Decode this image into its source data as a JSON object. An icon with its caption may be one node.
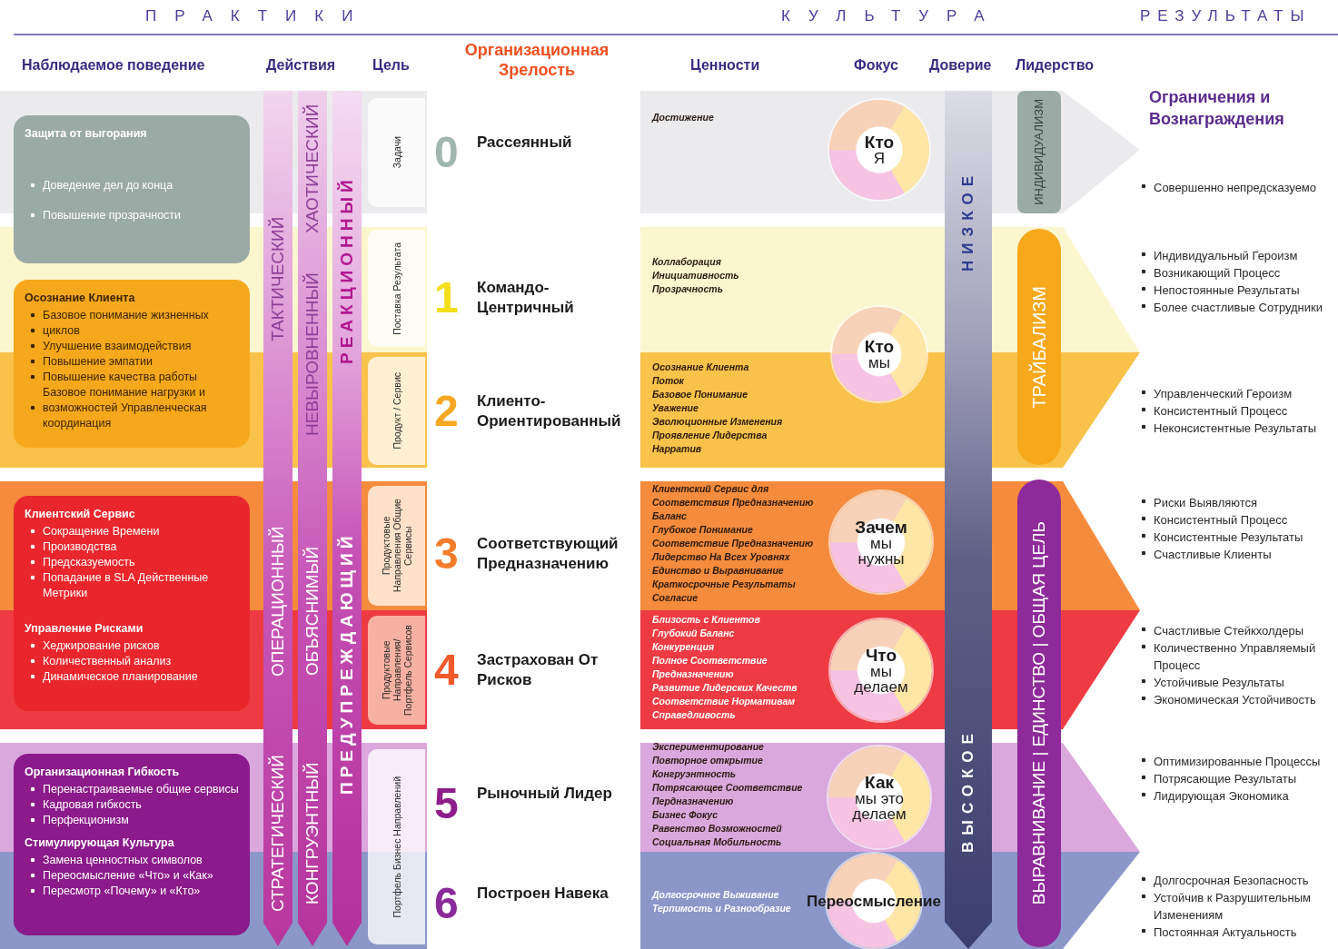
{
  "diagram": {
    "nodes": [
      {
        "text": [
          "Защита от выгорания",
          "Доведение дел до конца",
          "Повышение прозрачности"
        ]
      },
      {
        "text": [
          "Осознание Клиента",
          "Базовое понимание жизненных",
          "циклов",
          "Улучшение взаимодействия",
          "Повышение эмпатии",
          "Повышение качества работы Базовое понимание нагрузки и",
          "возможностей Управленческая координация"
        ]
      },
      {
        "text": [
          "Клиентский Сервис",
          "Сокращение Времени",
          "Производства",
          "Предсказуемость",
          "Попадание в SLA Действенные Метрики",
          "Управление Рисками",
          "Хеджирование рисков",
          "Количественный анализ",
          "Динамическое планирование"
        ]
      },
      {
        "text": [
          "Организационная Гибкость",
          "Перенастраиваемые общие сервисы",
          "Кадровая гибкость",
          "Перфекционизм",
          "Стимулирующая Культура",
          "Замена ценностных символов",
          "Переосмысление «Что» и «Как»",
          "Пересмотр «Почему» и «Кто»"
        ]
      },
      {
        "text": [
          "ТАКТИЧЕСКИЙ",
          "ОПЕРАЦИОННЫЙ",
          "СТРАТЕГИЧЕСКИЙ"
        ]
      },
      {
        "text": [
          "ХАОТИЧЕСКИЙ",
          "НЕВЫРОВНЕННЫЙ",
          "ОБЪЯСНИМЫЙ",
          "КОНГРУЭНТНЫЙ"
        ]
      },
      {
        "text": [
          "РЕАКЦИОННЫЙ",
          "ПРЕДУПРЕЖДАЮЩИЙ"
        ]
      },
      {
        "text": [
          "Задачи"
        ]
      },
      {
        "text": [
          "Поставка Результата"
        ]
      },
      {
        "text": [
          "Продукт / Сервис"
        ]
      },
      {
        "text": [
          "Продуктовые Направления Общие Сервисы"
        ]
      },
      {
        "text": [
          "Продуктовые Направления/ Портфель Сервисов"
        ]
      },
      {
        "text": [
          "Портфель Бизнес Направлений"
        ]
      },
      {
        "text": [
          "Кто",
          "Я"
        ]
      },
      {
        "text": [
          "Кто",
          "мы"
        ]
      },
      {
        "text": [
          "Зачем",
          "мы нужны"
        ]
      },
      {
        "text": [
          "Что",
          "мы делаем"
        ]
      },
      {
        "text": [
          "Как",
          "мы это делаем"
        ]
      },
      {
        "text": [
          "Переосмысление"
        ]
      },
      {
        "text": [
          "НИЗКОЕ",
          "ВЫСОКОЕ"
        ]
      },
      {
        "text": [
          "ИНДИВИДУАЛИЗМ"
        ]
      },
      {
        "text": [
          "ТРАЙБАЛИЗМ"
        ]
      },
      {
        "text": [
          "ВЫРАВНИВАНИЕ | ЕДИНСТВО | ОБЩАЯ ЦЕЛЬ"
        ]
      }
    ],
    "labels": [
      "ПРАКТИКИ",
      "КУЛЬТУРА",
      "РЕЗУЛЬТАТЫ",
      "Наблюдаемое поведение",
      "Действия",
      "Цель",
      "Организационная Зрелость",
      "Ценности",
      "Фокус",
      "Доверие",
      "Лидерство",
      "Ограничения и Вознаграждения",
      "0",
      "Рассеянный",
      "Достижение",
      "Совершенно непредсказуемо",
      "1",
      "Командо-Центричный",
      "Коллаборация",
      "Инициативность",
      "Прозрачность",
      "Индивидуальный Героизм",
      "Возникающий Процесс",
      "Непостоянные Результаты",
      "Более счастливые Сотрудники",
      "2",
      "Клиенто-Ориентированный",
      "Осознание Клиента",
      "Поток",
      "Базовое Понимание",
      "Уважение",
      "Эволюционные Изменения",
      "Проявление Лидерства",
      "Нарратив",
      "Управленческий Героизм",
      "Консистентный Процесс",
      "Неконсистентные Результаты",
      "3",
      "Соответствующий Предназначению",
      "Клиентский Сервис для",
      "Соответствия Предназначению",
      "Баланс",
      "Глубокое Понимание",
      "Соответствие Предназначению",
      "Лидерство На Всех Уровнях",
      "Единство и Выравнивание",
      "Краткосрочные Результаты",
      "Согласие",
      "Риски Выявляются",
      "Консистентный Процесс",
      "Консистентные Результаты",
      "Счастливые Клиенты",
      "4",
      "Застрахован От Рисков",
      "Близость с Клиентов",
      "Глубокий Баланс",
      "Конкуренция",
      "Полное Соответствие",
      "Предназначению",
      "Развитие Лидерских Качеств",
      "Соответствие Нормативам",
      "Справедливость",
      "Счастливые Стейкхолдеры",
      "Количественно Управляемый Процесс",
      "Устойчивые Результаты",
      "Экономическая Устойчивость",
      "5",
      "Рыночный Лидер",
      "Экспериментирование",
      "Повторное открытие",
      "Конгруэнтность",
      "Потрясающее Соответствие",
      "Пердназначению",
      "Бизнес Фокус",
      "Равенство Возможностей",
      "Социальная Мобильность",
      "Оптимизированные Процессы",
      "Потрясающие Результаты",
      "Лидирующая Экономика",
      "6",
      "Построен Навека",
      "Долгосрочное Выживание",
      "Терпимость и Разнообразие",
      "Долгосрочная Безопасность",
      "Устойчив к Разрушительным Изменениям",
      "Постоянная Актуальность"
    ]
  }
}
